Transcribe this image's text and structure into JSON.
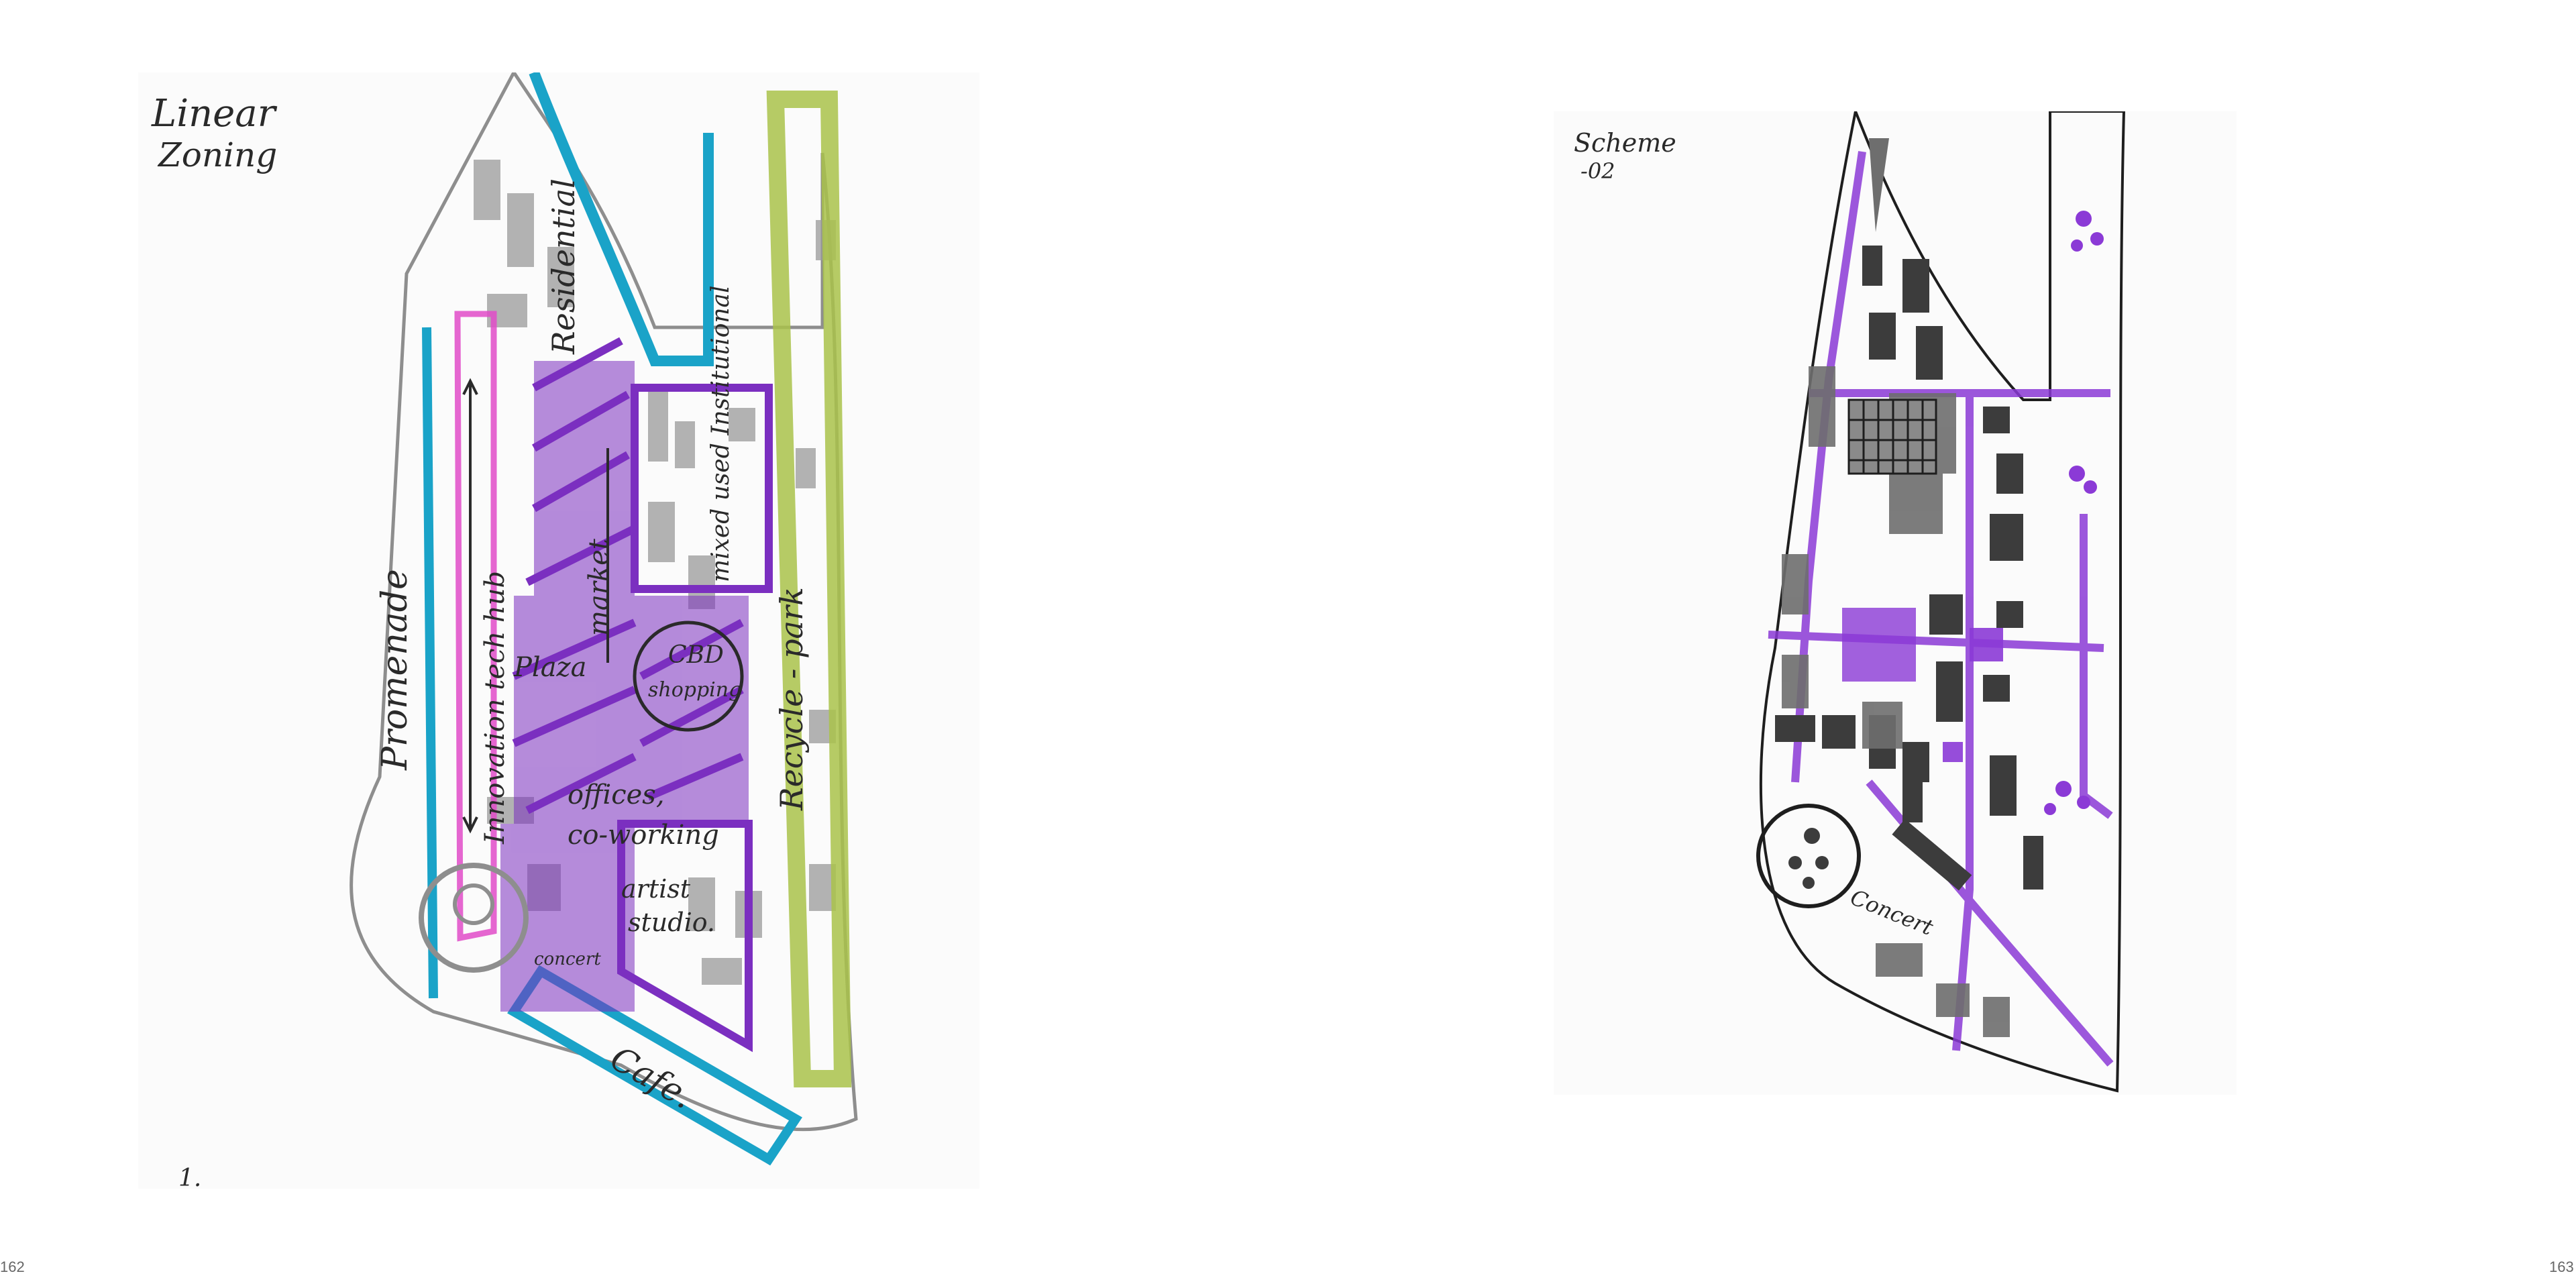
{
  "spread": {
    "left_page_number": "162",
    "right_page_number": "163"
  },
  "left_sketch": {
    "title_line1": "Linear",
    "title_line2": "Zoning",
    "labels": {
      "residential": "Residential",
      "innovation": "Innovation tech hub",
      "market": "market",
      "mixed": "mixed used Institutional",
      "promenade": "Promenade",
      "plaza": "Plaza",
      "cbd": "CBD",
      "shopping": "shopping",
      "recycle_park": "Recycle - park",
      "offices": "offices,",
      "coworking": "co-working",
      "artist": "artist",
      "studio": "studio.",
      "concert": "concert",
      "cafe": "Cafe.",
      "corner_mark": "1."
    },
    "colors": {
      "purple": "#7b2fc0",
      "blue": "#1aa3c8",
      "green": "#a9c24a",
      "magenta": "#e04bc8",
      "grey": "#8e8e8e",
      "ink": "#2a2a2a"
    }
  },
  "right_sketch": {
    "title_line1": "Scheme",
    "title_line2": "-02",
    "labels": {
      "concert": "Concert"
    },
    "colors": {
      "purple": "#8b3ad6",
      "dark": "#3c3c3c",
      "mid": "#6e6e6e",
      "ink": "#1e1e1e"
    }
  }
}
